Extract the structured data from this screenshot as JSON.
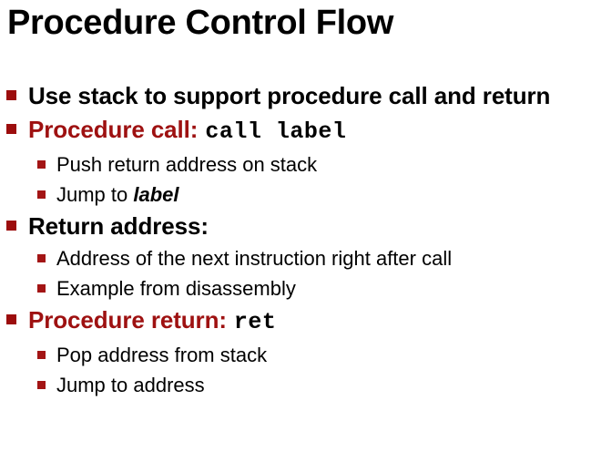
{
  "slide": {
    "title": "Procedure Control Flow",
    "background_color": "#ffffff",
    "accent_color": "#9c0d0d",
    "title_color": "#000000",
    "body_color": "#000000"
  },
  "bullets": [
    {
      "level": 1,
      "marker": "square-bullet-icon",
      "runs": [
        {
          "text": "Use stack to support procedure call and return",
          "style": "black-bold"
        }
      ]
    },
    {
      "level": 1,
      "marker": "square-bullet-icon",
      "runs": [
        {
          "text": "Procedure call:",
          "style": "red-bold"
        },
        {
          "text": "call label",
          "style": "mono"
        }
      ]
    },
    {
      "level": 2,
      "marker": "square-bullet-icon",
      "runs": [
        {
          "text": "Push return address on stack",
          "style": "black-regular"
        }
      ]
    },
    {
      "level": 2,
      "marker": "square-bullet-icon",
      "runs": [
        {
          "text": "Jump to ",
          "style": "black-regular"
        },
        {
          "text": "label",
          "style": "bold-italic"
        }
      ]
    },
    {
      "level": 1,
      "marker": "square-bullet-icon",
      "runs": [
        {
          "text": "Return address:",
          "style": "black-bold"
        }
      ]
    },
    {
      "level": 2,
      "marker": "square-bullet-icon",
      "runs": [
        {
          "text": "Address of the next instruction right after call",
          "style": "black-regular"
        }
      ]
    },
    {
      "level": 2,
      "marker": "square-bullet-icon",
      "runs": [
        {
          "text": "Example from disassembly",
          "style": "black-regular"
        }
      ]
    },
    {
      "level": 1,
      "marker": "square-bullet-icon",
      "runs": [
        {
          "text": "Procedure return:",
          "style": "red-bold"
        },
        {
          "text": "ret",
          "style": "mono"
        }
      ]
    },
    {
      "level": 2,
      "marker": "square-bullet-icon",
      "runs": [
        {
          "text": "Pop address from stack",
          "style": "black-regular"
        }
      ]
    },
    {
      "level": 2,
      "marker": "square-bullet-icon",
      "runs": [
        {
          "text": "Jump to address",
          "style": "black-regular"
        }
      ]
    }
  ]
}
